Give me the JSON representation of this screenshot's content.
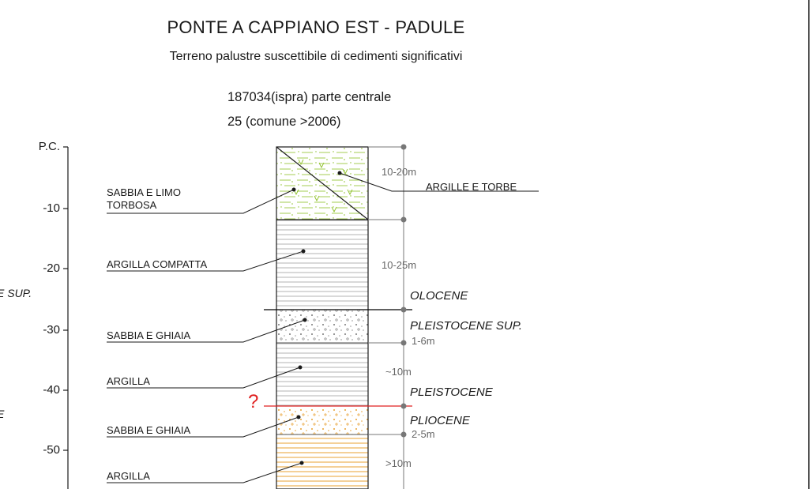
{
  "title": "PONTE A CAPPIANO EST - PADULE",
  "subtitle": "Terreno palustre suscettibile di cedimenti significativi",
  "references": [
    "187034(ispra) parte centrale",
    "25 (comune >2006)"
  ],
  "depth_axis": {
    "labels": [
      "P.C.",
      "-10",
      "-20",
      "-30",
      "-40",
      "-50"
    ]
  },
  "layers": [
    {
      "label_lines": [
        "SABBIA E LIMO",
        "TORBOSA"
      ],
      "fill": "#8cbf26"
    },
    {
      "label_lines": [
        "ARGILLE E TORBE"
      ],
      "fill": "#8cbf26"
    },
    {
      "label_lines": [
        "ARGILLA COMPATTA"
      ],
      "fill": "#999999"
    },
    {
      "label_lines": [
        "SABBIA E GHIAIA"
      ],
      "fill": "#666666"
    },
    {
      "label_lines": [
        "ARGILLA"
      ],
      "fill": "#999999"
    },
    {
      "label_lines": [
        "SABBIA E GHIAIA"
      ],
      "fill": "#e8a030"
    },
    {
      "label_lines": [
        "ARGILLA"
      ],
      "fill": "#e8a030"
    }
  ],
  "thicknesses": [
    "10-20m",
    "10-25m",
    "1-6m",
    "~10m",
    "2-5m",
    ">10m"
  ],
  "boundaries": [
    {
      "upper": "OLOCENE",
      "lower": "PLEISTOCENE SUP.",
      "color": "#000000"
    },
    {
      "upper": "PLEISTOCENE",
      "lower": "PLIOCENE",
      "color": "#e02020",
      "uncertain_marker": "?"
    }
  ],
  "left_cut_text": [
    "E SUP.",
    "E"
  ],
  "colors": {
    "text": "#1a1a1a",
    "secondary_text": "#666666",
    "accent_red": "#e02020",
    "green": "#8cbf26",
    "orange": "#e8a030"
  }
}
